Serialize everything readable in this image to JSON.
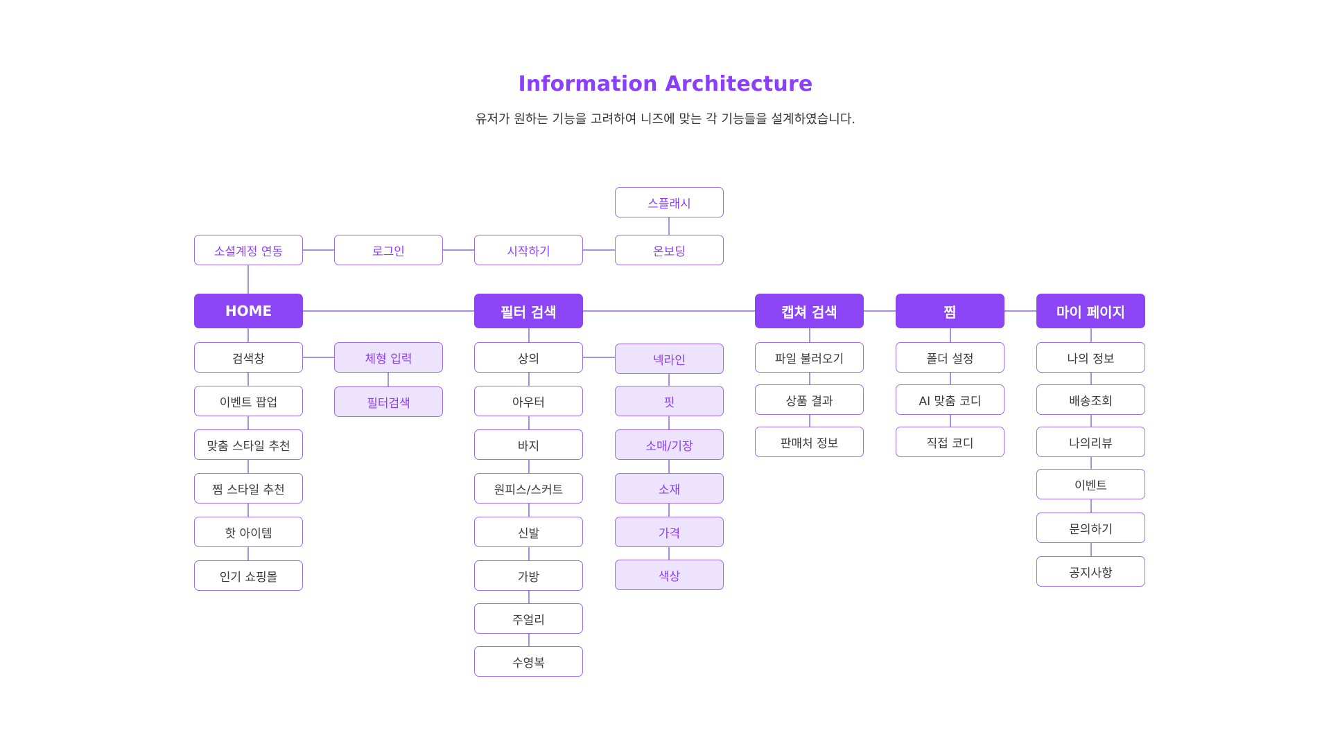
{
  "header": {
    "title": "Information Architecture",
    "subtitle": "유저가 원하는 기능을 고려하여 니즈에 맞는 각 기능들을 설계하였습니다."
  },
  "flow": {
    "splash": "스플래시",
    "social": "소셜계정 연동",
    "login": "로그인",
    "start": "시작하기",
    "onboarding": "온보딩"
  },
  "main": {
    "home": "HOME",
    "filter": "필터 검색",
    "capture": "캡쳐 검색",
    "zzim": "찜",
    "mypage": "마이 페이지"
  },
  "home_items": [
    "검색창",
    "이벤트 팝업",
    "맞춤 스타일 추천",
    "찜 스타일 추천",
    "핫 아이템",
    "인기 쇼핑몰"
  ],
  "home_sub": [
    "체형 입력",
    "필터검색"
  ],
  "filter_items": [
    "상의",
    "아우터",
    "바지",
    "원피스/스커트",
    "신발",
    "가방",
    "주얼리",
    "수영복"
  ],
  "filter_sub": [
    "넥라인",
    "핏",
    "소매/기장",
    "소재",
    "가격",
    "색상"
  ],
  "capture_items": [
    "파일 불러오기",
    "상품 결과",
    "판매처 정보"
  ],
  "zzim_items": [
    "폴더 설정",
    "AI 맞춤 코디",
    "직접 코디"
  ],
  "mypage_items": [
    "나의 정보",
    "배송조회",
    "나의리뷰",
    "이벤트",
    "문의하기",
    "공지사항"
  ],
  "colors": {
    "accent": "#8c45f5",
    "title": "#8a3ffc",
    "border": "#9d6cf0",
    "sub_fill": "#ede3fd",
    "line": "#8c6ad6"
  }
}
